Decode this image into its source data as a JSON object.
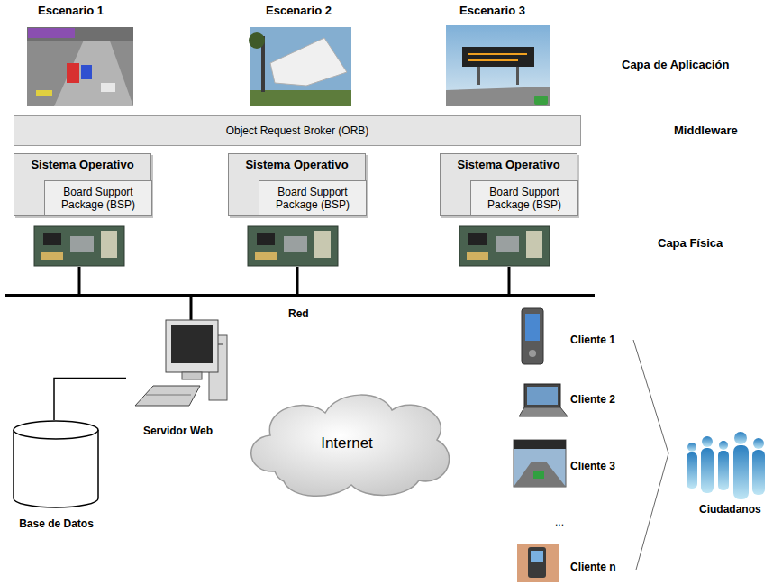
{
  "diagram": {
    "nodes": [
      {
        "text": [
          "Object Request Broker (ORB)"
        ]
      },
      {
        "text": [
          "Sistema Operativo"
        ]
      },
      {
        "text": [
          "Board Support Package (BSP)"
        ],
        "in": 1
      },
      {
        "text": [
          "Sistema Operativo"
        ]
      },
      {
        "text": [
          "Board Support Package (BSP)"
        ],
        "in": 3
      },
      {
        "text": [
          "Sistema Operativo"
        ]
      },
      {
        "text": [
          "Board Support Package (BSP)"
        ],
        "in": 5
      },
      {
        "text": [
          "Base de Datos"
        ]
      },
      {
        "text": [
          "Servidor Web"
        ]
      },
      {
        "text": [
          "Internet"
        ]
      }
    ],
    "edges": [
      {
        "from": 7,
        "to": 8,
        "arrow": "none"
      }
    ],
    "labels": [
      "Escenario 1",
      "Escenario 2",
      "Escenario 3",
      "Capa de Aplicación",
      "Middleware",
      "Capa Física",
      "Red",
      "Cliente 1",
      "Cliente 2",
      "Cliente 3",
      "...",
      "Cliente n",
      "Ciudadanos"
    ]
  }
}
